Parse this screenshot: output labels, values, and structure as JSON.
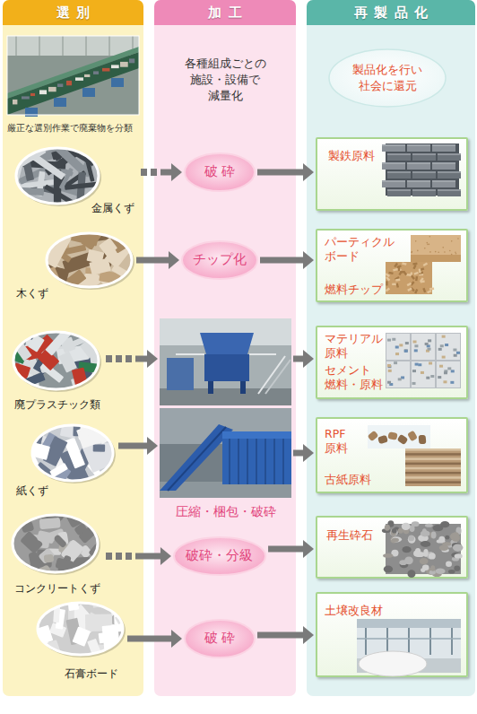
{
  "diagram": {
    "nodes": [
      {
        "text": [
          "選別"
        ]
      },
      {
        "text": [
          "金属くず"
        ],
        "in": 0
      },
      {
        "text": [
          "木くず"
        ],
        "in": 0
      },
      {
        "text": [
          "廃プラスチック類"
        ],
        "in": 0
      },
      {
        "text": [
          "紙くず"
        ],
        "in": 0
      },
      {
        "text": [
          "コンクリートくず"
        ],
        "in": 0
      },
      {
        "text": [
          "石膏ボード"
        ],
        "in": 0
      },
      {
        "text": [
          "加工",
          "各種組成ごとの 施設・設備で 減量化"
        ]
      },
      {
        "text": [
          "破砕"
        ],
        "in": 7
      },
      {
        "text": [
          "チップ化"
        ],
        "in": 7
      },
      {
        "text": [
          "圧縮・梱包・破砕"
        ],
        "in": 7
      },
      {
        "text": [
          "破砕・分級"
        ],
        "in": 7
      },
      {
        "text": [
          "破砕"
        ],
        "in": 7
      },
      {
        "text": [
          "再製品化"
        ]
      },
      {
        "text": [
          "製品化を行い 社会に還元"
        ],
        "in": 13
      },
      {
        "text": [
          "製鉄原料"
        ],
        "in": 13
      },
      {
        "text": [
          "パーティクル ボード",
          "燃料チップ"
        ],
        "in": 13
      },
      {
        "text": [
          "マテリアル 原料",
          "セメント 燃料・原料"
        ],
        "in": 13
      },
      {
        "text": [
          "RPF 原料",
          "古紙原料"
        ],
        "in": 13
      },
      {
        "text": [
          "再生砕石"
        ],
        "in": 13
      },
      {
        "text": [
          "土壌改良材"
        ],
        "in": 13
      }
    ],
    "edges": [
      {
        "from": 1,
        "to": 8,
        "arrow": "to"
      },
      {
        "from": 8,
        "to": 15,
        "arrow": "to"
      },
      {
        "from": 2,
        "to": 9,
        "arrow": "to"
      },
      {
        "from": 9,
        "to": 16,
        "arrow": "to"
      },
      {
        "from": 3,
        "to": 10,
        "arrow": "to"
      },
      {
        "from": 10,
        "to": 17,
        "arrow": "to"
      },
      {
        "from": 4,
        "to": 10,
        "arrow": "to"
      },
      {
        "from": 10,
        "to": 18,
        "arrow": "to"
      },
      {
        "from": 5,
        "to": 11,
        "arrow": "to"
      },
      {
        "from": 11,
        "to": 19,
        "arrow": "to"
      },
      {
        "from": 6,
        "to": 12,
        "arrow": "to"
      },
      {
        "from": 12,
        "to": 20,
        "arrow": "to"
      }
    ],
    "labels": [
      "厳正な選別作業で廃棄物を分類"
    ]
  }
}
